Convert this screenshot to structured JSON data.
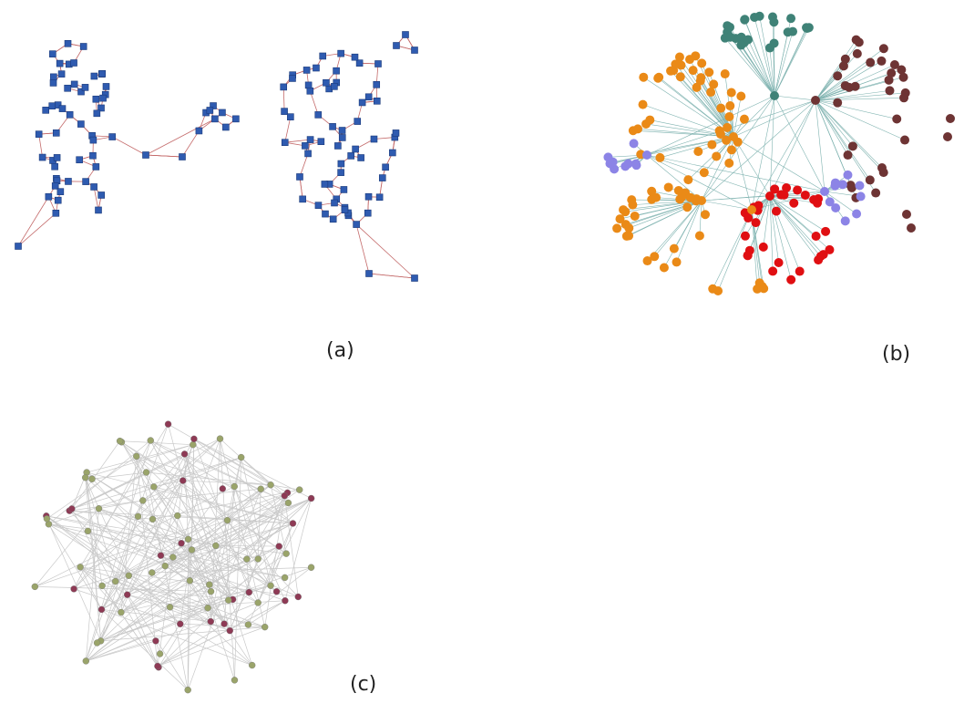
{
  "panels": {
    "a": {
      "label": "(a)"
    },
    "b": {
      "label": "(b)"
    },
    "c": {
      "label": "(c)"
    }
  },
  "colors": {
    "a_node": "#2f5bb0",
    "a_node_border": "#1b3a7a",
    "a_edge": "#c46a6a",
    "b_edge": "#7fb3b0",
    "b_teal": "#3f8277",
    "b_brown": "#6e3434",
    "b_orange": "#ea8a17",
    "b_lavender": "#8c84e6",
    "b_red": "#e00f12",
    "c_edge": "#c9c9c9",
    "c_olive": "#9aa46a",
    "c_maroon": "#8e3a55"
  }
}
